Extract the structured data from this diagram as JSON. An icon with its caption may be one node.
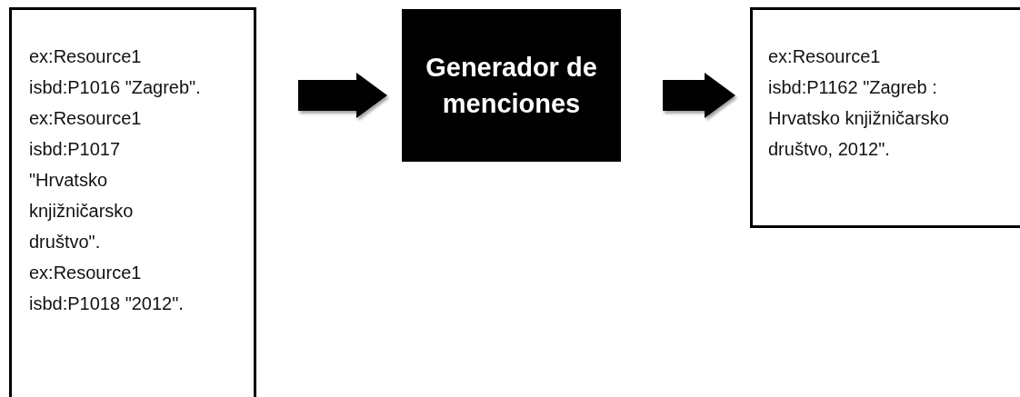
{
  "diagram": {
    "nodes": [
      {
        "text": [
          "ex:Resource1 isbd:P1016 \"Zagreb\". ex:Resource1 isbd:P1017 \"Hrvatsko knjižničarsko društvo\". ex:Resource1 isbd:P1018 \"2012\"."
        ]
      },
      {
        "text": [
          "Generador de menciones"
        ]
      },
      {
        "text": [
          "ex:Resource1 isbd:P1162 \"Zagreb : Hrvatsko knjižničarsko društvo, 2012\"."
        ]
      }
    ],
    "edges": [
      {
        "from": 0,
        "to": 1,
        "arrow": "to"
      },
      {
        "from": 1,
        "to": 2,
        "arrow": "to"
      }
    ]
  }
}
